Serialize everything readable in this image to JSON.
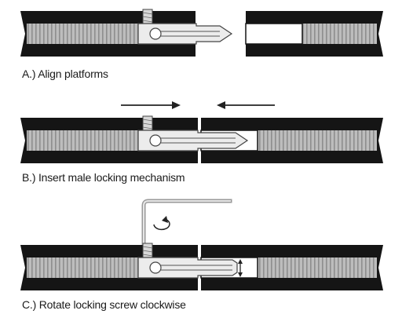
{
  "steps": [
    {
      "caption": "A.) Align platforms"
    },
    {
      "caption": "B.) Insert male locking mechanism"
    },
    {
      "caption": "C.) Rotate locking screw clockwise"
    }
  ],
  "colors": {
    "frame": "#151515",
    "core_fill": "#bdbdbd",
    "core_stripe": "#8e8e8e",
    "mechanism_fill": "#ececec",
    "mechanism_stroke": "#444444",
    "arrow": "#222222",
    "wrench": "#9a9a9a"
  },
  "icons": {
    "push_arrow_left": "arrow-right-icon",
    "push_arrow_right": "arrow-left-icon",
    "rotate_arrow": "rotate-clockwise-icon",
    "allen_key": "allen-key-icon",
    "lock_motion": "double-arrow-icon"
  }
}
